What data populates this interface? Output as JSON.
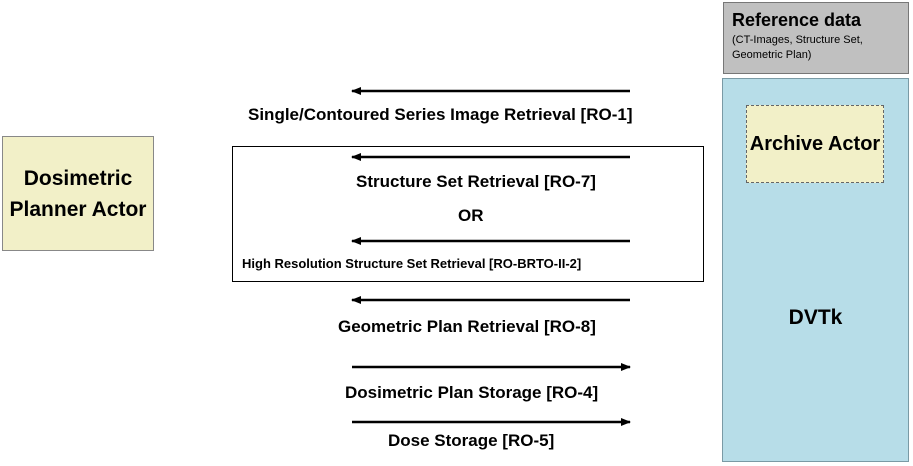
{
  "actors": {
    "planner_label": "Dosimetric Planner Actor",
    "archive_label": "Archive Actor",
    "dvtk_label": "DVTk"
  },
  "reference": {
    "title": "Reference data",
    "subtitle": "(CT-Images, Structure Set, Geometric Plan)"
  },
  "transactions": {
    "ro1": "Single/Contoured Series Image Retrieval [RO-1]",
    "ro7": "Structure Set Retrieval [RO-7]",
    "or": "OR",
    "brto": "High Resolution Structure Set Retrieval [RO-BRTO-II-2]",
    "ro8": "Geometric Plan Retrieval [RO-8]",
    "ro4": "Dosimetric Plan Storage [RO-4]",
    "ro5": "Dose Storage [RO-5]"
  },
  "colors": {
    "actor_fill": "#f2f0c8",
    "reference_fill": "#c0c0c0",
    "dvtk_fill": "#b7dde8"
  }
}
